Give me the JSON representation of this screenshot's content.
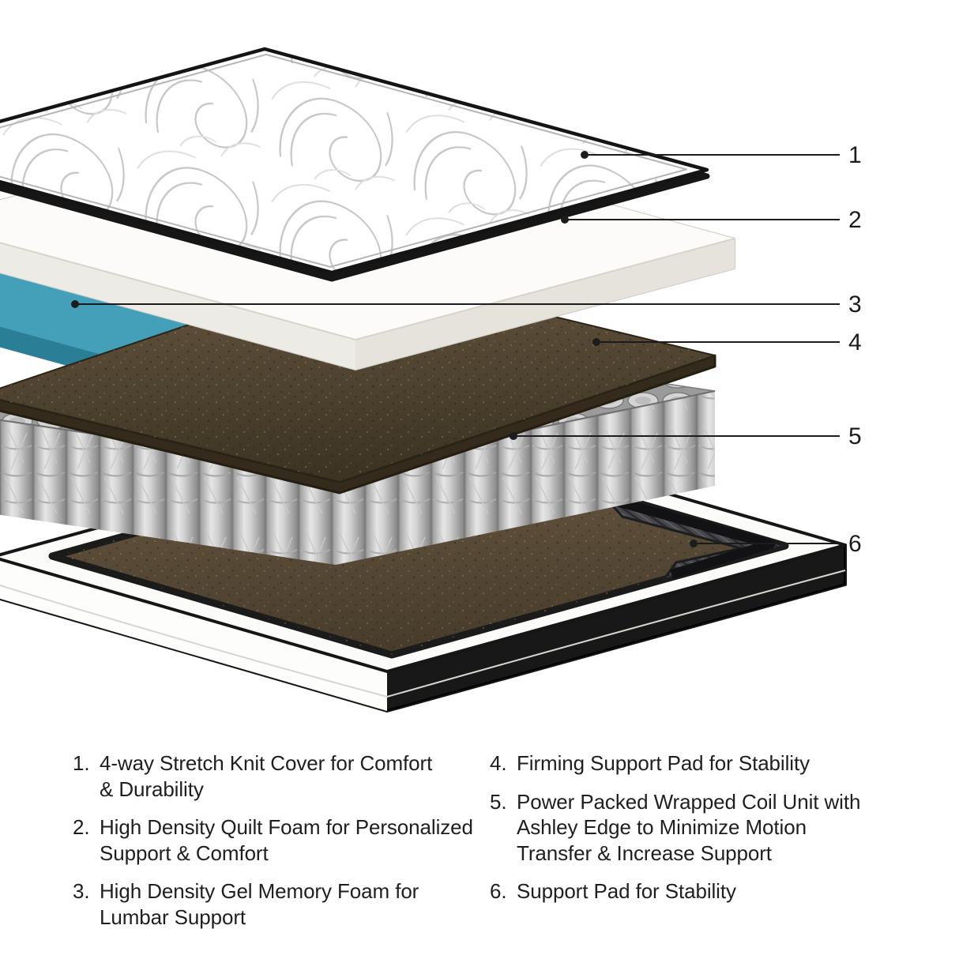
{
  "callouts": [
    {
      "label": "1"
    },
    {
      "label": "2"
    },
    {
      "label": "3"
    },
    {
      "label": "4"
    },
    {
      "label": "5"
    },
    {
      "label": "6"
    }
  ],
  "legend": {
    "left": [
      {
        "num": "1.",
        "text": "4-way Stretch Knit Cover for Comfort\n& Durability"
      },
      {
        "num": "2.",
        "text": "High Density Quilt Foam for Personalized\nSupport & Comfort"
      },
      {
        "num": "3.",
        "text": "High Density Gel Memory Foam for\nLumbar Support"
      }
    ],
    "right": [
      {
        "num": "4.",
        "text": "Firming Support Pad for Stability"
      },
      {
        "num": "5.",
        "text": "Power Packed Wrapped Coil Unit with\nAshley Edge to Minimize Motion\nTransfer & Increase Support"
      },
      {
        "num": "6.",
        "text": "Support Pad for Stability"
      }
    ]
  },
  "colors": {
    "background": "#ffffff",
    "callout_line": "#1c1c1c",
    "cover_white": "#ffffff",
    "quilt_foam": "#fbfaf7",
    "gel_foam": "#44a0b8",
    "gel_foam_edge": "#2a7e96",
    "support_pad": "#4e4230",
    "coil_unit": "#c6c6c6",
    "base_fabric": "#47474b"
  }
}
